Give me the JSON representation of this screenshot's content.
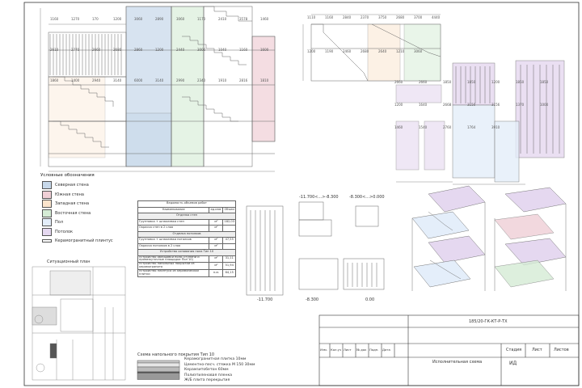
{
  "legend": {
    "title": "Условные обозначения",
    "items": [
      {
        "label": "Северная стена",
        "color": "#c7d8ea"
      },
      {
        "label": "Южная стена",
        "color": "#f0cfd6"
      },
      {
        "label": "Западная стена",
        "color": "#fbe4cc"
      },
      {
        "label": "Восточная стена",
        "color": "#d5ecd5"
      },
      {
        "label": "Пол",
        "color": "#e4eefa"
      },
      {
        "label": "Потолок",
        "color": "#e5d8f0"
      },
      {
        "label": "Керамогранитный плинтус",
        "color": "#ffffff"
      }
    ]
  },
  "volume_table": {
    "title": "Ведомость объемов работ",
    "header": [
      "Наименование",
      "ед.изм.",
      "Объем"
    ],
    "sections": [
      {
        "group": "Отделка стен",
        "rows": [
          {
            "name": "Грунтовка + шпаклевка стен",
            "unit": "м²",
            "value": "182,03"
          },
          {
            "name": "Окраска стен в 2 слоя",
            "unit": "м²",
            "value": ""
          }
        ]
      },
      {
        "group": "Отделка потолков",
        "rows": [
          {
            "name": "Грунтовка + шпаклевка потолков",
            "unit": "м²",
            "value": "47,55"
          },
          {
            "name": "Окраска потолков в 2 слоя",
            "unit": "м²",
            "value": ""
          }
        ]
      },
      {
        "group": "Устройство основания пола  Тип 10",
        "rows": [
          {
            "name": "Устройство облицовки пола (ступени и промежуточные площадки Пол 10)",
            "unit": "м²",
            "value": "31,11"
          },
          {
            "name": "Устройство напольных покрытий из керамогранита",
            "unit": "м²",
            "value": "51,94"
          },
          {
            "name": "Устройство плинтуса из керамической плитки",
            "unit": "п.м.",
            "value": "64,15"
          }
        ]
      }
    ]
  },
  "situation_plan_title": "Ситуационный план",
  "floor_type": {
    "title": "Схема напольного покрытия  Тип 10",
    "layers": [
      "Керамогранитная плитка 10мм",
      "Цементно-песч. стяжка М 150 30мм",
      "Керамзитобетон 60мм",
      "Полиэтиленовая пленка",
      "Ж/Б плита перекрытия"
    ]
  },
  "levels": {
    "a": "-11.700",
    "b": "-8.300",
    "c": "0.00",
    "range_a": "-11.700<...>-8.300",
    "range_b": "-8.300<...>0.000"
  },
  "dims_top_left": [
    "1160",
    "1270",
    "170",
    "1200",
    "3060",
    "2890",
    "3060",
    "1170",
    "2410",
    "3578",
    "1460",
    "2610",
    "2770",
    "2660",
    "2680",
    "2860",
    "1200",
    "2440",
    "3000",
    "1040",
    "1160",
    "1600",
    "1860",
    "1400",
    "2940",
    "3140",
    "6000",
    "3140",
    "2990",
    "2340",
    "1910",
    "2816",
    "1810"
  ],
  "dims_top_right": [
    "1110",
    "1160",
    "2840",
    "2370",
    "3750",
    "2680",
    "3700",
    "4440",
    "1200",
    "1190",
    "2460",
    "2680",
    "2640",
    "1210",
    "3060"
  ],
  "dims_mid_right": [
    "2660",
    "2660",
    "1850",
    "1850",
    "1200",
    "1850",
    "1850",
    "1200",
    "1640",
    "2668",
    "3150",
    "3156",
    "1370",
    "1000",
    "1460",
    "1540",
    "2760",
    "1764",
    "3910"
  ],
  "stamp": {
    "code": "185/20-ГК-КТ-Р-ТХ",
    "columns": [
      "Изм.",
      "Кол.уч",
      "Лист",
      "№ док",
      "Подп.",
      "Дата"
    ],
    "description": "Исполнительная схема",
    "labels": [
      "Стадия",
      "Лист",
      "Листов"
    ],
    "stage": "ИД"
  },
  "colors": {
    "line": "#555555",
    "north": "#c7d8ea",
    "south": "#f0cfd6",
    "west": "#fbe4cc",
    "east": "#d5ecd5",
    "floor": "#e4eefa",
    "ceiling": "#e5d8f0"
  }
}
